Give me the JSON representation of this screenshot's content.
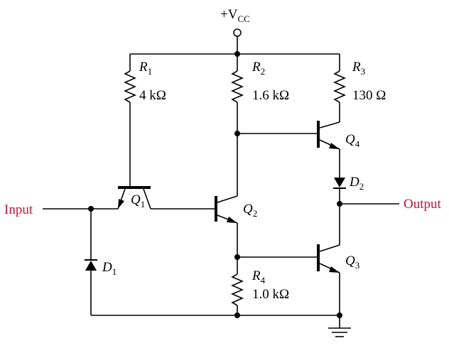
{
  "supply": {
    "label": "+V",
    "sub": "CC"
  },
  "resistors": {
    "r1": {
      "name": "R",
      "sub": "1",
      "value": "4 kΩ"
    },
    "r2": {
      "name": "R",
      "sub": "2",
      "value": "1.6 kΩ"
    },
    "r3": {
      "name": "R",
      "sub": "3",
      "value": "130 Ω"
    },
    "r4": {
      "name": "R",
      "sub": "4",
      "value": "1.0 kΩ"
    }
  },
  "transistors": {
    "q1": {
      "name": "Q",
      "sub": "1"
    },
    "q2": {
      "name": "Q",
      "sub": "2"
    },
    "q3": {
      "name": "Q",
      "sub": "3"
    },
    "q4": {
      "name": "Q",
      "sub": "4"
    }
  },
  "diodes": {
    "d1": {
      "name": "D",
      "sub": "1"
    },
    "d2": {
      "name": "D",
      "sub": "2"
    }
  },
  "io": {
    "input": "Input",
    "output": "Output"
  },
  "colors": {
    "wire": "#000000",
    "io_text": "#c0143c"
  }
}
